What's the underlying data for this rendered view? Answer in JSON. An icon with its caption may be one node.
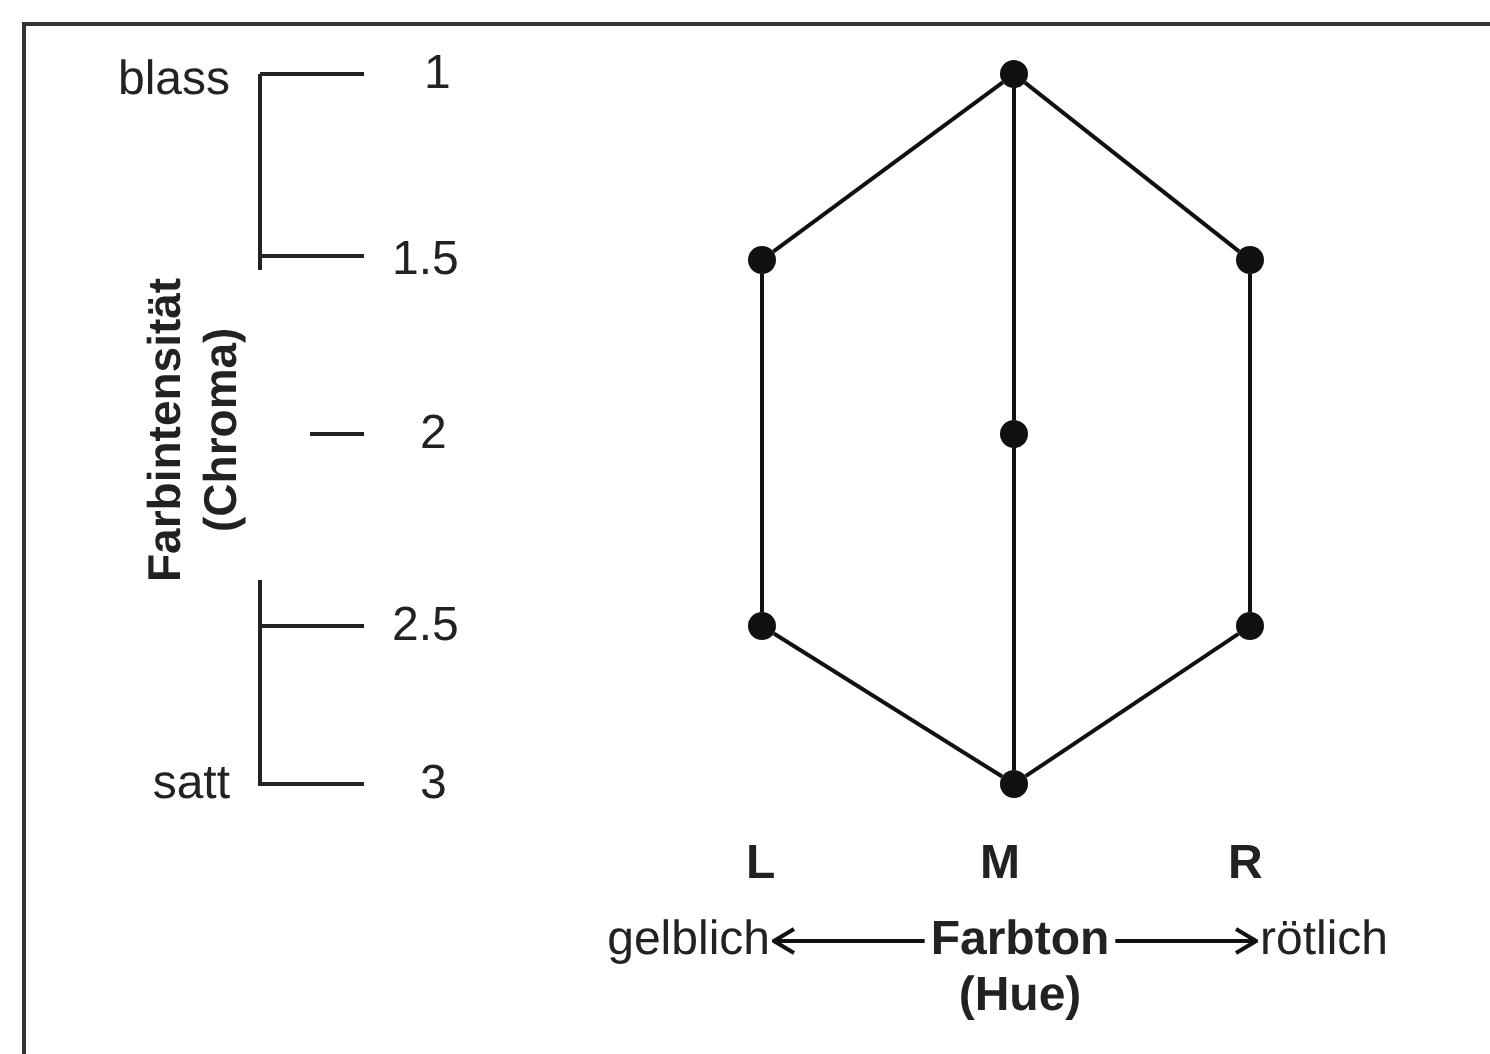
{
  "diagram": {
    "nodes": [
      {
        "text": [],
        "shape": "circle"
      },
      {
        "text": [],
        "shape": "circle"
      },
      {
        "text": [],
        "shape": "circle"
      },
      {
        "text": [],
        "shape": "circle"
      },
      {
        "text": [],
        "shape": "circle"
      },
      {
        "text": [],
        "shape": "circle"
      },
      {
        "text": [],
        "shape": "circle"
      },
      {
        "text": [
          "gelblich"
        ]
      },
      {
        "text": [
          "Farbton (Hue)"
        ]
      },
      {
        "text": [
          "rötlich"
        ]
      }
    ],
    "edges": [
      {
        "from": 0,
        "to": 1,
        "arrow": "none"
      },
      {
        "from": 0,
        "to": 2,
        "arrow": "none"
      },
      {
        "from": 0,
        "to": 3,
        "arrow": "none"
      },
      {
        "from": 1,
        "to": 4,
        "arrow": "none"
      },
      {
        "from": 2,
        "to": 5,
        "arrow": "none"
      },
      {
        "from": 3,
        "to": 6,
        "arrow": "none"
      },
      {
        "from": 4,
        "to": 6,
        "arrow": "none"
      },
      {
        "from": 5,
        "to": 6,
        "arrow": "none"
      },
      {
        "from": 8,
        "to": 7,
        "arrow": "to"
      },
      {
        "from": 8,
        "to": 9,
        "arrow": "to"
      }
    ],
    "labels": [
      "blass",
      "1",
      "1.5",
      "Farbintensität (Chroma)",
      "2",
      "2.5",
      "satt",
      "3",
      "L",
      "M",
      "R"
    ]
  }
}
